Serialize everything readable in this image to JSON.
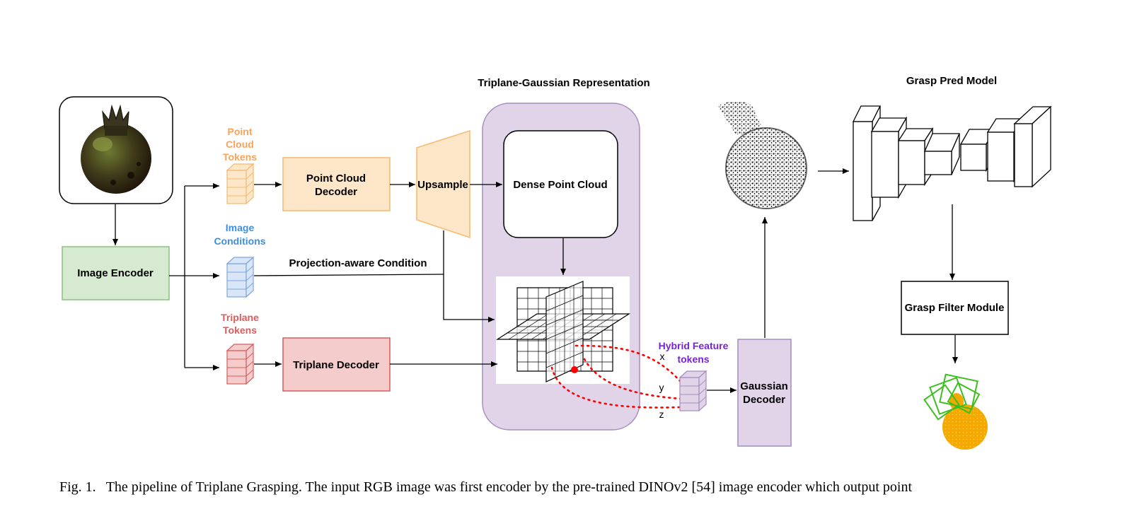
{
  "labels": {
    "image_encoder": "Image Encoder",
    "point_cloud_tokens": [
      "Point",
      "Cloud",
      "Tokens"
    ],
    "image_conditions": [
      "Image",
      "Conditions"
    ],
    "triplane_tokens": [
      "Triplane",
      "Tokens"
    ],
    "point_cloud_decoder": [
      "Point Cloud",
      "Decoder"
    ],
    "triplane_decoder": "Triplane Decoder",
    "upsample": "Upsample",
    "triplane_gaussian_representation": "Triplane-Gaussian Representation",
    "dense_point_cloud": "Dense Point Cloud",
    "projection_aware_condition": "Projection-aware Condition",
    "hybrid_feature_tokens": [
      "Hybrid Feature",
      "tokens"
    ],
    "axis_x": "x",
    "axis_y": "y",
    "axis_z": "z",
    "gaussian_decoder": [
      "Gaussian",
      "Decoder"
    ],
    "grasp_pred_model": "Grasp Pred Model",
    "grasp_filter_module": "Grasp Filter Module"
  },
  "colors": {
    "point_cloud": "#fde7c8",
    "point_cloud_stroke": "#f5b971",
    "point_cloud_text": "#f7a35c",
    "image_cond": "#d8e6f8",
    "image_cond_stroke": "#7ea6dc",
    "image_cond_text": "#3d8fe0",
    "triplane": "#f5cccc",
    "triplane_stroke": "#d85c5c",
    "triplane_text": "#e05a5a",
    "encoder": "#d6ead2",
    "encoder_stroke": "#8cc07f",
    "purple_fill": "#e2d4e8",
    "purple_stroke": "#a58cbf",
    "hybrid_text": "#7b22d6",
    "red_dots": "#ff0000",
    "grasp_green": "#3cbf1e",
    "orange_object": "#f5a800"
  },
  "caption": {
    "fig_label": "Fig. 1.",
    "text": "The pipeline of Triplane Grasping. The input RGB image was first encoder by the pre-trained DINOv2 [54] image encoder which output point"
  }
}
